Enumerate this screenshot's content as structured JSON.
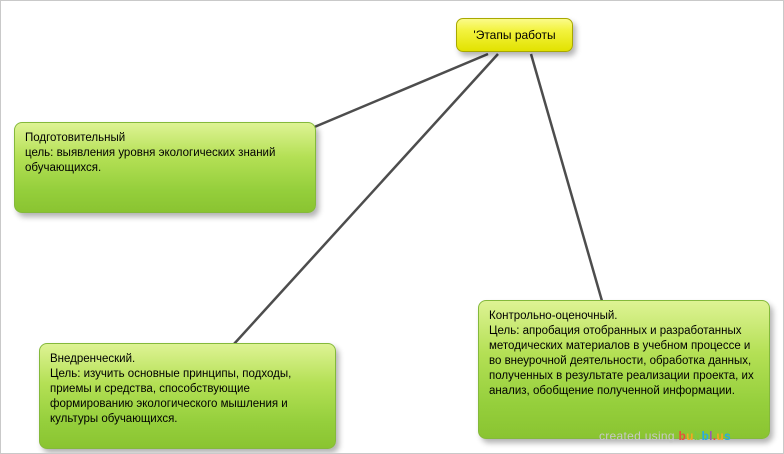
{
  "root": {
    "label": "'Этапы работы"
  },
  "nodes": [
    {
      "title": "Подготовительный",
      "body": "цель: выявления уровня экологических знаний обучающихся."
    },
    {
      "title": "Внедренческий.",
      "body": "Цель: изучить основные принципы, подходы, приемы и средства, способствующие формированию экологического мышления и культуры обучающихся."
    },
    {
      "title": "Контрольно-оценочный.",
      "body": "Цель: апробация отобранных и разработанных методических материалов в учебном процессе и во внеурочной деятельности, обработка данных, полученных в результате реализации проекта, их анализ, обобщение полученной информации."
    }
  ],
  "watermark": {
    "prefix": "created using ",
    "brand": "bubbl.us"
  },
  "colors": {
    "root_fill": "#f3f340",
    "topic_fill": "#95cf3c",
    "connector": "#4d4d4d",
    "watermark_palette": [
      "#e94e3d",
      "#f5a623",
      "#7ac943",
      "#29abe2",
      "#9b59b6",
      "#e94e3d",
      "#f5a623",
      "#29abe2"
    ]
  }
}
